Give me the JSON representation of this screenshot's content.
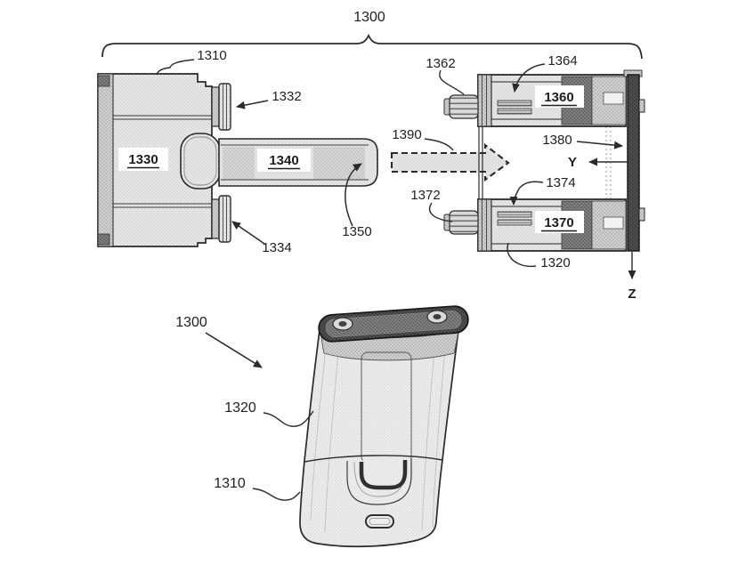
{
  "figure": {
    "background": "#ffffff",
    "line_color": "#2a2a2a",
    "exploded_view": {
      "brace_label": "1300",
      "receptacle": {
        "housing": "1310",
        "body": "1330",
        "rod": "1340",
        "upper_boss": "1332",
        "lower_boss": "1334",
        "rod_tip": "1350"
      },
      "insertion_arrow": "1390",
      "cartridge_assembly": {
        "upper_cartridge": "1360",
        "upper_nozzle": "1362",
        "upper_vent": "1364",
        "lower_cartridge": "1370",
        "lower_nozzle": "1372",
        "lower_vent": "1374",
        "end_plate": "1380",
        "housing": "1320"
      },
      "axes": {
        "y": "Y",
        "z": "Z"
      }
    },
    "perspective_view": {
      "device": "1300",
      "upper_housing": "1320",
      "lower_housing": "1310"
    }
  }
}
